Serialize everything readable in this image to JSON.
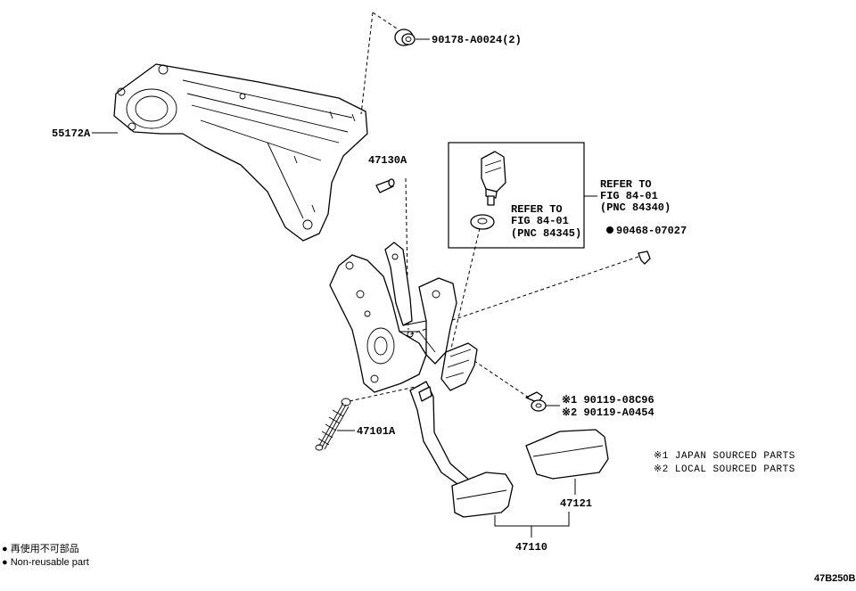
{
  "parts": {
    "p55172a": "55172A",
    "p90178": "90178-A0024(2)",
    "p47130a": "47130A",
    "refer1": [
      "REFER TO",
      "FIG 84-01",
      "(PNC 84340)"
    ],
    "refer2": [
      "REFER TO",
      "FIG 84-01",
      "(PNC 84345)"
    ],
    "p90468": "90468-07027",
    "p90119_1": "※1 90119-08C96",
    "p90119_2": "※2 90119-A0454",
    "p47101a": "47101A",
    "p47121": "47121",
    "p47110": "47110"
  },
  "notes": [
    "※1 JAPAN SOURCED PARTS",
    "※2 LOCAL SOURCED PARTS"
  ],
  "legend": [
    "● 再使用不可部品",
    "● Non-reusable part"
  ],
  "figure_id": "47B250B",
  "colors": {
    "line": "#000000",
    "background": "#ffffff"
  }
}
